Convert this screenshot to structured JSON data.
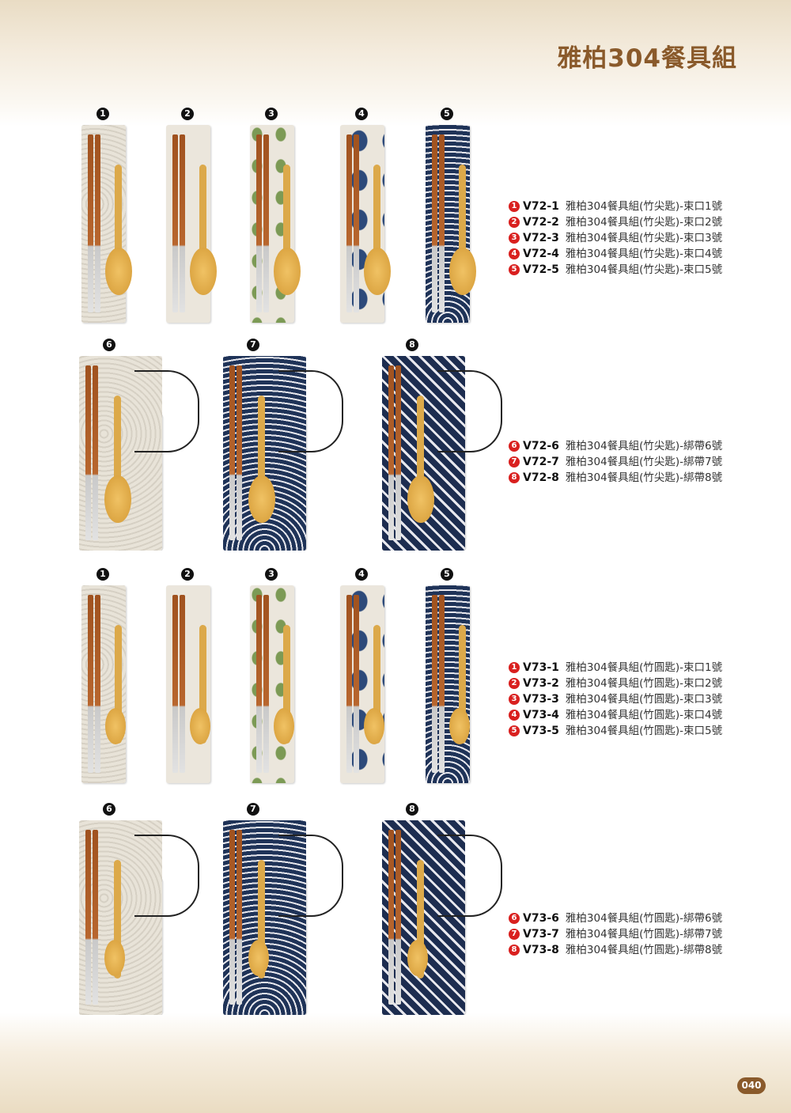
{
  "title": "雅柏304餐具組",
  "page_number": "040",
  "groups": [
    {
      "kind": "pouch",
      "items": [
        {
          "no": "1",
          "pattern": "beige"
        },
        {
          "no": "2",
          "pattern": "cream"
        },
        {
          "no": "3",
          "pattern": "leaf"
        },
        {
          "no": "4",
          "pattern": "blueleaf"
        },
        {
          "no": "5",
          "pattern": "navy"
        }
      ],
      "list": [
        {
          "badge": "1",
          "code": "V72-1",
          "name": "雅柏304餐具組(竹尖匙)-束口1號"
        },
        {
          "badge": "2",
          "code": "V72-2",
          "name": "雅柏304餐具組(竹尖匙)-束口2號"
        },
        {
          "badge": "3",
          "code": "V72-3",
          "name": "雅柏304餐具組(竹尖匙)-束口3號"
        },
        {
          "badge": "4",
          "code": "V72-4",
          "name": "雅柏304餐具組(竹尖匙)-束口4號"
        },
        {
          "badge": "5",
          "code": "V72-5",
          "name": "雅柏304餐具組(竹尖匙)-束口5號"
        }
      ]
    },
    {
      "kind": "wrap",
      "items": [
        {
          "no": "6",
          "pattern": "beige"
        },
        {
          "no": "7",
          "pattern": "navy"
        },
        {
          "no": "8",
          "pattern": "stripe"
        }
      ],
      "list": [
        {
          "badge": "6",
          "code": "V72-6",
          "name": "雅柏304餐具組(竹尖匙)-綁帶6號"
        },
        {
          "badge": "7",
          "code": "V72-7",
          "name": "雅柏304餐具組(竹尖匙)-綁帶7號"
        },
        {
          "badge": "8",
          "code": "V72-8",
          "name": "雅柏304餐具組(竹尖匙)-綁帶8號"
        }
      ]
    },
    {
      "kind": "pouch",
      "items": [
        {
          "no": "1",
          "pattern": "beige"
        },
        {
          "no": "2",
          "pattern": "cream"
        },
        {
          "no": "3",
          "pattern": "leaf"
        },
        {
          "no": "4",
          "pattern": "blueleaf"
        },
        {
          "no": "5",
          "pattern": "navy"
        }
      ],
      "list": [
        {
          "badge": "1",
          "code": "V73-1",
          "name": "雅柏304餐具組(竹圓匙)-束口1號"
        },
        {
          "badge": "2",
          "code": "V73-2",
          "name": "雅柏304餐具組(竹圓匙)-束口2號"
        },
        {
          "badge": "3",
          "code": "V73-3",
          "name": "雅柏304餐具組(竹圓匙)-束口3號"
        },
        {
          "badge": "4",
          "code": "V73-4",
          "name": "雅柏304餐具組(竹圓匙)-束口4號"
        },
        {
          "badge": "5",
          "code": "V73-5",
          "name": "雅柏304餐具組(竹圓匙)-束口5號"
        }
      ]
    },
    {
      "kind": "wrap",
      "items": [
        {
          "no": "6",
          "pattern": "beige"
        },
        {
          "no": "7",
          "pattern": "navy"
        },
        {
          "no": "8",
          "pattern": "stripe"
        }
      ],
      "list": [
        {
          "badge": "6",
          "code": "V73-6",
          "name": "雅柏304餐具組(竹圓匙)-綁帶6號"
        },
        {
          "badge": "7",
          "code": "V73-7",
          "name": "雅柏304餐具組(竹圓匙)-綁帶7號"
        },
        {
          "badge": "8",
          "code": "V73-8",
          "name": "雅柏304餐具組(竹圓匙)-綁帶8號"
        }
      ]
    }
  ]
}
